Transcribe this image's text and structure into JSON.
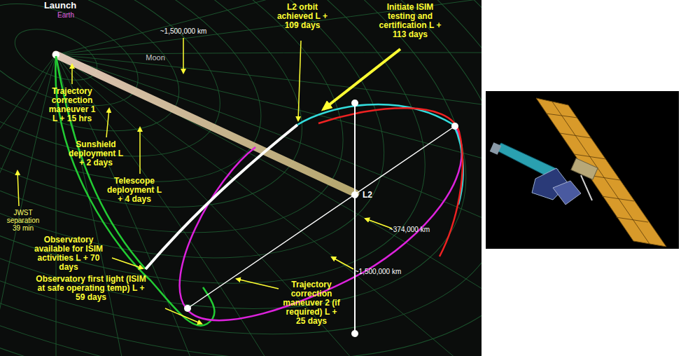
{
  "diagram": {
    "labels": [
      "Launch",
      "Earth",
      "Moon",
      "~1,500,000 km",
      "L2 orbit achieved L + 109 days",
      "Initiate ISIM testing and certification L + 113 days",
      "Trajectory correction maneuver 1 L + 15 hrs",
      "Sunshield deployment L + 2 days",
      "Telescope deployment L + 4 days",
      "L2",
      "~374,000 km",
      "JWST separation 39 min",
      "~1,500,000 km",
      "Observatory available for ISIM activities L + 70 days",
      "Trajectory correction maneuver 2 (if required) L + 25 days",
      "Observatory first light (ISIM at safe operating temp) L + 59 days"
    ]
  }
}
